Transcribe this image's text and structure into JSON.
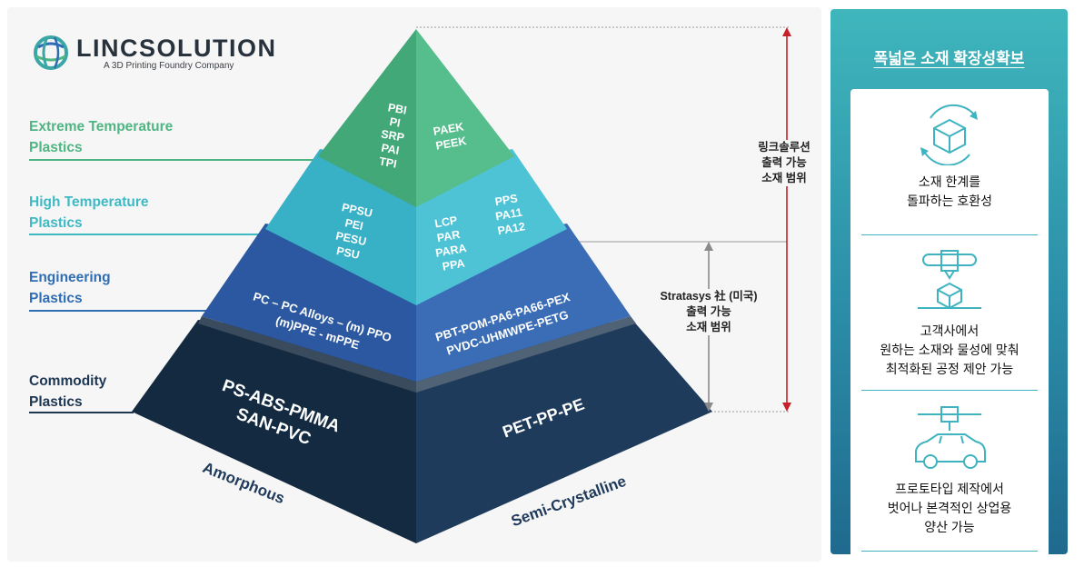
{
  "logo": {
    "name": "LINCSOLUTION",
    "tagline": "A 3D Printing Foundry Company"
  },
  "tiers": {
    "extreme": {
      "label_line1": "Extreme Temperature",
      "label_line2": "Plastics",
      "color": "#53b887",
      "amorphous": [
        "PBI",
        "PI",
        "SRP",
        "PAI",
        "TPI"
      ],
      "semicrystalline": [
        "PAEK",
        "PEEK"
      ]
    },
    "high": {
      "label_line1": "High Temperature",
      "label_line2": "Plastics",
      "color": "#4dc0d4",
      "amorphous": [
        "PPSU",
        "PEI",
        "PESU",
        "PSU"
      ],
      "semicrystalline_a": [
        "LCP",
        "PAR",
        "PARA",
        "PPA"
      ],
      "semicrystalline_b": [
        "PPS",
        "PA11",
        "PA12"
      ]
    },
    "engineering": {
      "label_line1": "Engineering",
      "label_line2": "Plastics",
      "color": "#3a6db6",
      "amorphous_line1": "PC – PC Alloys – (m) PPO",
      "amorphous_line2": "(m)PPE - mPPE",
      "semicrystalline_line1": "PBT-POM-PA6-PA66-PEX",
      "semicrystalline_line2": "PVDC-UHMWPE-PETG"
    },
    "commodity": {
      "label_line1": "Commodity",
      "label_line2": "Plastics",
      "color": "#1d3652",
      "amorphous_line1": "PS-ABS-PMMA",
      "amorphous_line2": "SAN-PVC",
      "semicrystalline": "PET-PP-PE"
    }
  },
  "base": {
    "left": "Amorphous",
    "right": "Semi-Crystalline"
  },
  "annotations": {
    "linc": {
      "line1": "링크솔루션",
      "line2": "출력 가능",
      "line3": "소재 범위"
    },
    "stratasys": {
      "line1": "Stratasys 社 (미국)",
      "line2": "출력 가능",
      "line3": "소재 범위"
    }
  },
  "panel": {
    "title": "폭넓은 소재 확장성확보",
    "features": [
      {
        "icon": "cube-cycle-icon",
        "line1": "소재 한계를",
        "line2": "돌파하는 호환성"
      },
      {
        "icon": "printer-nozzle-cube-icon",
        "line1": "고객사에서",
        "line2": "원하는 소재와 물성에 맞춰",
        "line3": "최적화된 공정 제안 가능"
      },
      {
        "icon": "car-prototype-icon",
        "line1": "프로토타입 제작에서",
        "line2": "벗어나 본격적인 상업용",
        "line3": "양산 가능"
      }
    ]
  },
  "colors": {
    "arrow_red": "#c8202a",
    "arrow_gray": "#8a8a8a",
    "panel_teal": "#3fb6bc",
    "label_teal": "#3fb9c4",
    "label_green": "#4fb582",
    "label_blue": "#2f6db4",
    "label_navy": "#1d3652"
  }
}
